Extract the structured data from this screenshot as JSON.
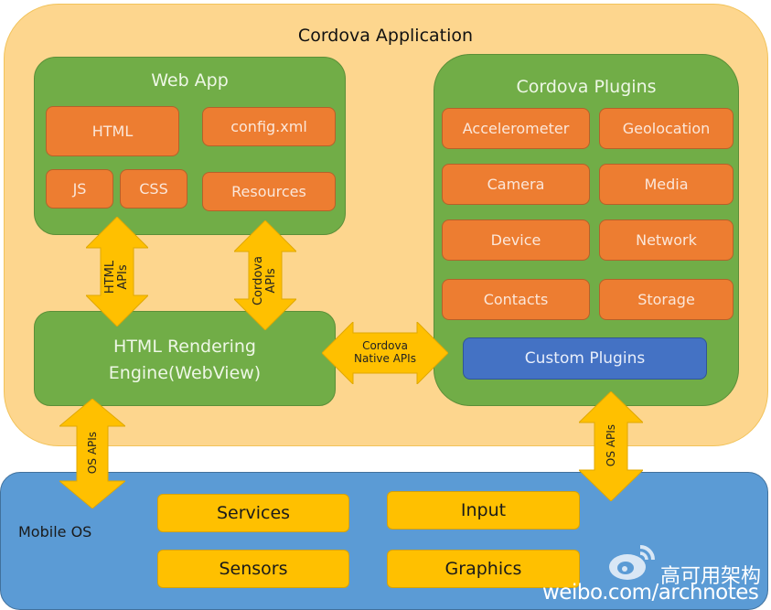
{
  "title": "Cordova Application",
  "web_app": {
    "title": "Web App",
    "items": [
      "HTML",
      "config.xml",
      "JS",
      "CSS",
      "Resources"
    ]
  },
  "rendering_engine": {
    "line1": "HTML Rendering",
    "line2": "Engine(WebView)"
  },
  "plugins": {
    "title": "Cordova Plugins",
    "items": [
      "Accelerometer",
      "Geolocation",
      "Camera",
      "Media",
      "Device",
      "Network",
      "Contacts",
      "Storage"
    ],
    "custom": "Custom Plugins"
  },
  "arrows": {
    "html_apis": [
      "HTML",
      "APIs"
    ],
    "cordova_apis": [
      "Cordova",
      "APIs"
    ],
    "native_apis": [
      "Cordova",
      "Native APIs"
    ],
    "os_apis_left": "OS   APIs",
    "os_apis_right": "OS   APIs"
  },
  "mobile_os": {
    "label": "Mobile OS",
    "items": [
      "Services",
      "Input",
      "Sensors",
      "Graphics"
    ]
  },
  "watermark": {
    "icon": "weibo-icon",
    "name": "高可用架构",
    "url": "weibo.com/archnotes"
  },
  "colors": {
    "app_bg": "#fdd68e",
    "container_green": "#71ad47",
    "component_orange": "#ed7d31",
    "custom_blue": "#4472c4",
    "os_blue": "#5b9bd5",
    "os_yellow": "#ffc000",
    "arrow_yellow": "#ffc000"
  }
}
